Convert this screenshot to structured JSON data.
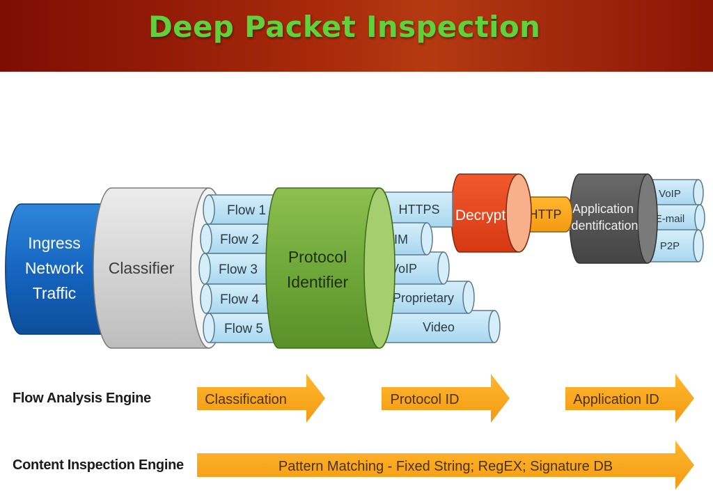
{
  "header": {
    "title": "Deep Packet Inspection"
  },
  "diagram": {
    "ingress": [
      "Ingress",
      "Network",
      "Traffic"
    ],
    "classifier": "Classifier",
    "flows": [
      "Flow 1",
      "Flow 2",
      "Flow 3",
      "Flow 4",
      "Flow 5"
    ],
    "protocol_identifier": [
      "Protocol",
      "Identifier"
    ],
    "protocols": [
      "HTTPS",
      "IM",
      "VoIP",
      "Proprietary",
      "Video"
    ],
    "decrypt": "Decrypt",
    "http": "HTTP",
    "application_identification": [
      "Application",
      "Identification"
    ],
    "applications": [
      "VoIP",
      "E-mail",
      "P2P"
    ]
  },
  "engines": {
    "flow_analysis": {
      "label": "Flow Analysis Engine",
      "stages": [
        "Classification",
        "Protocol ID",
        "Application ID"
      ]
    },
    "content_inspection": {
      "label": "Content Inspection Engine",
      "bar": "Pattern Matching - Fixed String; RegEX; Signature DB"
    }
  },
  "colors": {
    "banner": "#a82a0a",
    "title": "#5fd13b",
    "ingress": "#1565c0",
    "classifier": "#d9d9d9",
    "flow": "#bfe3f5",
    "protocol_identifier": "#72ac3c",
    "decrypt": "#e8451f",
    "http": "#f5a623",
    "app_identification": "#555555",
    "arrow": "#f7a21b"
  }
}
